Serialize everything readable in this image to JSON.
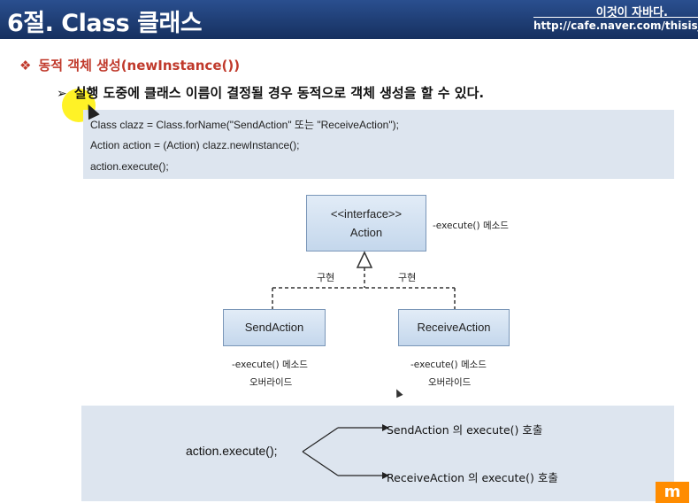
{
  "header": {
    "title": "6절. Class 클래스",
    "brand": "이것이 자바다.",
    "url": "http://cafe.naver.com/thisisja"
  },
  "bullets": {
    "level1": "동적 객체 생성(newInstance())",
    "level2": "실행 도중에 클래스 이름이 결정될 경우 동적으로 객체 생성을 할 수 있다."
  },
  "code": [
    "Class clazz = Class.forName(\"SendAction\"  또는 \"ReceiveAction\");",
    "Action action = (Action) clazz.newInstance();",
    "action.execute();"
  ],
  "diagram": {
    "interface_stereotype": "<<interface>>",
    "interface_name": "Action",
    "interface_note": "-execute() 메소드",
    "impl_left_label": "구현",
    "impl_right_label": "구현",
    "left_class": "SendAction",
    "right_class": "ReceiveAction",
    "left_note_1": "-execute()  메소드",
    "left_note_2": "오버라이드",
    "right_note_1": "-execute()  메소드",
    "right_note_2": "오버라이드"
  },
  "calls": {
    "main": "action.execute();",
    "to_send": "SendAction 의  execute()  호출",
    "to_receive": "ReceiveAction 의  execute()  호출"
  },
  "corner_logo": "m",
  "colors": {
    "header_bg": "#1e3d78",
    "bullet_red": "#c0392b",
    "box_bg": "#dde5ef",
    "logo_orange": "#ff8c00"
  }
}
